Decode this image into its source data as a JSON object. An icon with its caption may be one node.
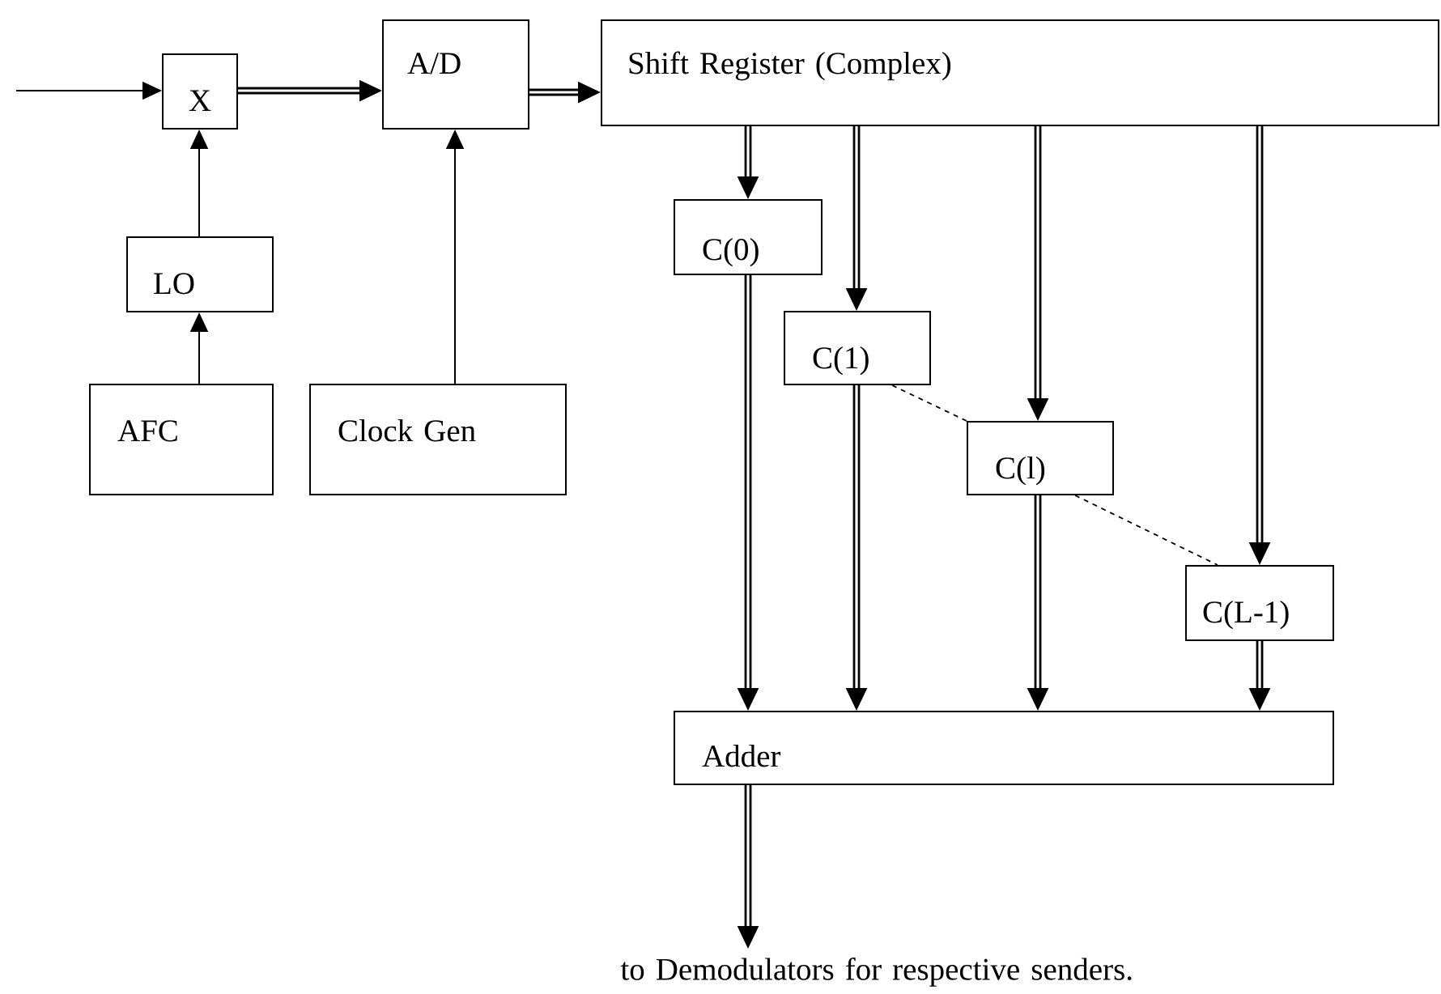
{
  "diagram": {
    "nodes": [
      {
        "text": [
          "X"
        ]
      },
      {
        "text": [
          "A/D"
        ]
      },
      {
        "text": [
          "Shift Register (Complex)"
        ]
      },
      {
        "text": [
          "LO"
        ]
      },
      {
        "text": [
          "AFC"
        ]
      },
      {
        "text": [
          "Clock Gen"
        ]
      },
      {
        "text": [
          "C(0)"
        ]
      },
      {
        "text": [
          "C(1)"
        ]
      },
      {
        "text": [
          "C(l)"
        ]
      },
      {
        "text": [
          "C(L-1)"
        ]
      },
      {
        "text": [
          "Adder"
        ]
      },
      {
        "text": [
          "to Demodulators for respective senders."
        ]
      }
    ],
    "edges": [
      {
        "from": null,
        "to": 0,
        "arrow": "to"
      },
      {
        "from": 0,
        "to": 1,
        "arrow": "to"
      },
      {
        "from": 1,
        "to": 2,
        "arrow": "to"
      },
      {
        "from": 3,
        "to": 0,
        "arrow": "to"
      },
      {
        "from": 4,
        "to": 3,
        "arrow": "to"
      },
      {
        "from": 5,
        "to": 1,
        "arrow": "to"
      },
      {
        "from": 2,
        "to": 6,
        "arrow": "to"
      },
      {
        "from": 2,
        "to": 7,
        "arrow": "to"
      },
      {
        "from": 2,
        "to": 8,
        "arrow": "to"
      },
      {
        "from": 2,
        "to": 9,
        "arrow": "to"
      },
      {
        "from": 6,
        "to": 10,
        "arrow": "to"
      },
      {
        "from": 7,
        "to": 10,
        "arrow": "to"
      },
      {
        "from": 8,
        "to": 10,
        "arrow": "to"
      },
      {
        "from": 9,
        "to": 10,
        "arrow": "to"
      },
      {
        "from": 7,
        "to": 8,
        "arrow": "none",
        "style": "dashed"
      },
      {
        "from": 8,
        "to": 9,
        "arrow": "none",
        "style": "dashed"
      },
      {
        "from": 10,
        "to": 11,
        "arrow": "to"
      }
    ]
  }
}
